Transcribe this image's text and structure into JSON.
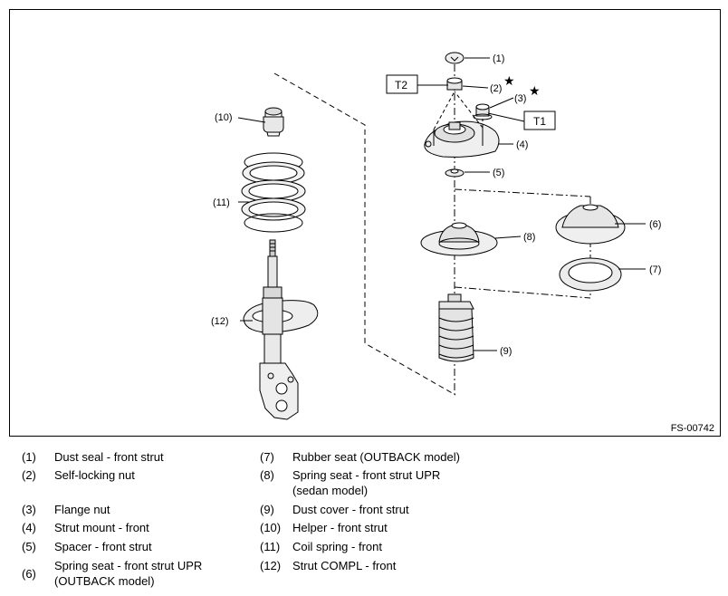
{
  "figure": {
    "code": "FS-00742",
    "callouts": [
      {
        "id": "1",
        "label": "(1)"
      },
      {
        "id": "2",
        "label": "(2)"
      },
      {
        "id": "3",
        "label": "(3)"
      },
      {
        "id": "4",
        "label": "(4)"
      },
      {
        "id": "5",
        "label": "(5)"
      },
      {
        "id": "6",
        "label": "(6)"
      },
      {
        "id": "7",
        "label": "(7)"
      },
      {
        "id": "8",
        "label": "(8)"
      },
      {
        "id": "9",
        "label": "(9)"
      },
      {
        "id": "10",
        "label": "(10)"
      },
      {
        "id": "11",
        "label": "(11)"
      },
      {
        "id": "12",
        "label": "(12)"
      }
    ],
    "torque_boxes": [
      {
        "label": "T2"
      },
      {
        "label": "T1"
      }
    ],
    "star_symbol": "★"
  },
  "legend": {
    "left": [
      {
        "num": "(1)",
        "text": [
          "Dust seal - front strut"
        ]
      },
      {
        "num": "(2)",
        "text": [
          "Self-locking nut"
        ]
      },
      {
        "num": "(3)",
        "text": [
          "Flange nut"
        ]
      },
      {
        "num": "(4)",
        "text": [
          "Strut mount - front"
        ]
      },
      {
        "num": "(5)",
        "text": [
          "Spacer - front strut"
        ]
      },
      {
        "num": "(6)",
        "text": [
          "Spring seat - front strut UPR",
          "(OUTBACK model)"
        ]
      }
    ],
    "right": [
      {
        "num": "(7)",
        "text": [
          "Rubber seat (OUTBACK model)"
        ]
      },
      {
        "num": "(8)",
        "text": [
          "Spring seat - front strut UPR",
          "(sedan model)"
        ]
      },
      {
        "num": "(9)",
        "text": [
          "Dust cover - front strut"
        ]
      },
      {
        "num": "(10)",
        "text": [
          "Helper - front strut"
        ]
      },
      {
        "num": "(11)",
        "text": [
          "Coil spring - front"
        ]
      },
      {
        "num": "(12)",
        "text": [
          "Strut COMPL - front"
        ]
      }
    ]
  }
}
